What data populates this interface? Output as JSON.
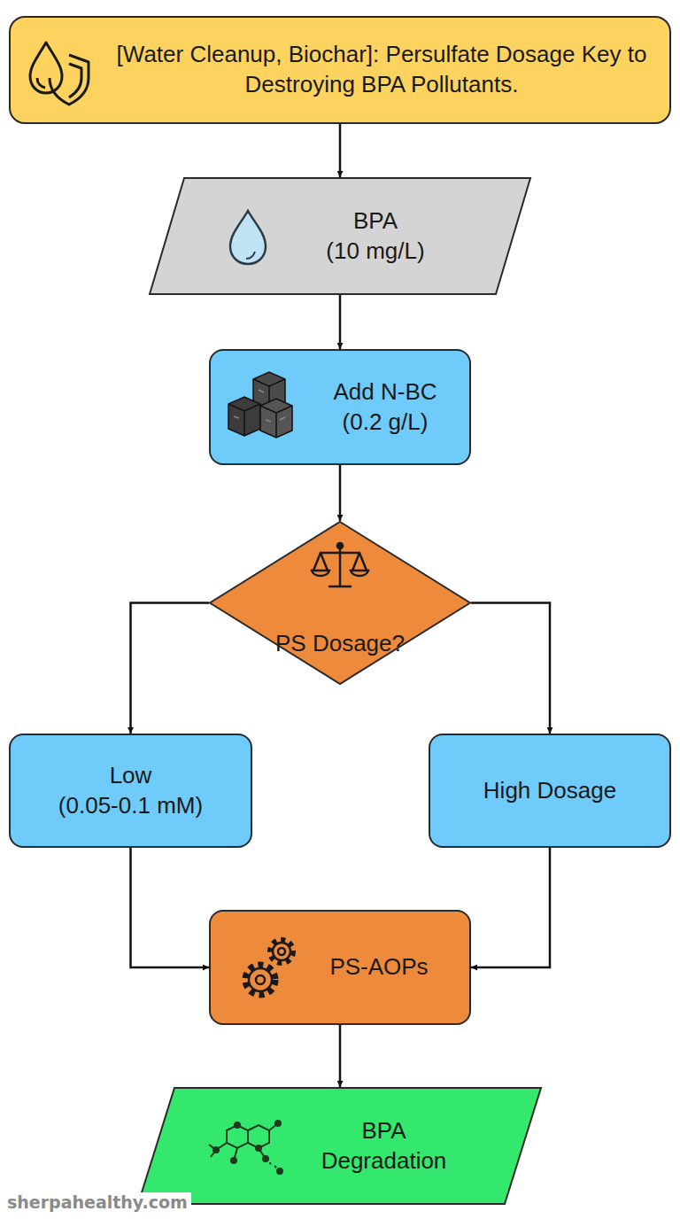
{
  "diagram": {
    "nodes": [
      {
        "text": [
          "[Water Cleanup, Biochar]: Persulfate Dosage Key to Destroying BPA Pollutants."
        ]
      },
      {
        "text": [
          "BPA",
          "(10 mg/L)"
        ]
      },
      {
        "text": [
          "Add N-BC",
          "(0.2 g/L)"
        ]
      },
      {
        "text": [
          "PS Dosage?"
        ]
      },
      {
        "text": [
          "Low",
          "(0.05-0.1 mM)"
        ]
      },
      {
        "text": [
          "High Dosage"
        ]
      },
      {
        "text": [
          "PS-AOPs"
        ]
      },
      {
        "text": [
          "BPA",
          "Degradation"
        ]
      }
    ],
    "edges": [
      {
        "from": 0,
        "to": 1,
        "arrow": "to"
      },
      {
        "from": 1,
        "to": 2,
        "arrow": "to"
      },
      {
        "from": 2,
        "to": 3,
        "arrow": "to"
      },
      {
        "from": 3,
        "to": 4,
        "arrow": "to"
      },
      {
        "from": 3,
        "to": 5,
        "arrow": "to"
      },
      {
        "from": 4,
        "to": 6,
        "arrow": "to"
      },
      {
        "from": 5,
        "to": 6,
        "arrow": "to"
      },
      {
        "from": 6,
        "to": 7,
        "arrow": "to"
      }
    ],
    "labels": [
      "sherpahealthy.com"
    ]
  }
}
